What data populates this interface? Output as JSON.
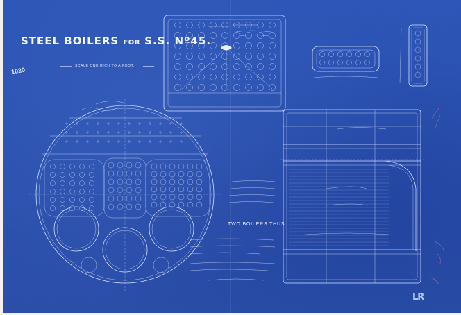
{
  "title": {
    "part1": "STEEL BOILERS",
    "part2": "FOR",
    "part3": "S.S. Nº45."
  },
  "scale_text": "SCALE ONE INCH TO A FOOT.",
  "drawing_number": "1020.",
  "subtitle": "TWO BOILERS THUS",
  "logo": "LR",
  "colors": {
    "paper": "#2b4fad",
    "linework": "#d4e0ff",
    "margin": "#f3f1ea",
    "red_annotations": "#b86a9a"
  }
}
